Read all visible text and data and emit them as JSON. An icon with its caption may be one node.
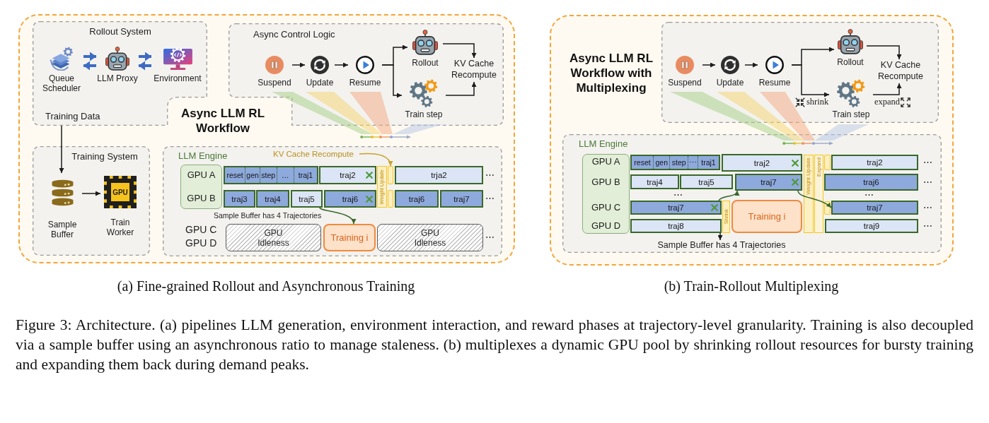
{
  "diagram": {
    "caption": "Figure 3: Architecture. (a) pipelines LLM generation, environment interaction, and reward phases at trajectory-level granularity. Training is also decoupled via a sample buffer using an asynchronous ratio to manage staleness. (b) multiplexes a dynamic GPU pool by shrinking rollout resources for bursty training and expanding them back during demand peaks.",
    "nodes": [
      {
        "text": [
          "Async LLM RL Workflow"
        ],
        "beside": [
          "(a) Fine-grained Rollout and Asynchronous Training"
        ]
      },
      {
        "text": [
          "Rollout System",
          "Training Data"
        ],
        "in": 0
      },
      {
        "text": [
          "Queue Scheduler"
        ],
        "in": 1
      },
      {
        "text": [
          "LLM Proxy"
        ],
        "in": 1
      },
      {
        "text": [
          "Environment"
        ],
        "in": 1
      },
      {
        "text": [
          "Training System"
        ],
        "in": 0
      },
      {
        "text": [
          "Sample Buffer"
        ],
        "in": 5
      },
      {
        "text": [
          "GPU",
          "Train Worker"
        ],
        "in": 5
      },
      {
        "text": [
          "Async Control Logic"
        ],
        "in": 0
      },
      {
        "text": [
          "Suspend"
        ],
        "in": 8
      },
      {
        "text": [
          "Update"
        ],
        "in": 8
      },
      {
        "text": [
          "Resume"
        ],
        "in": 8
      },
      {
        "text": [
          "Rollout"
        ],
        "in": 8
      },
      {
        "text": [
          "Train step"
        ],
        "in": 8
      },
      {
        "text": [
          "KV Cache Recompute"
        ],
        "in": 8
      },
      {
        "text": [
          "LLM Engine"
        ],
        "in": 0
      },
      {
        "text": [
          "GPU A",
          "GPU B"
        ],
        "in": 15
      },
      {
        "text": [
          "KV Cache Recompute"
        ],
        "in": 15
      },
      {
        "text": [
          "reset",
          "gen",
          "step",
          "…",
          "traj1"
        ],
        "in": 15
      },
      {
        "text": [
          "traj2"
        ],
        "in": 15
      },
      {
        "text": [
          "Weight Update"
        ],
        "in": 15
      },
      {
        "text": [],
        "shape": "box",
        "in": 15
      },
      {
        "text": [
          "trja2"
        ],
        "in": 15
      },
      {
        "text": [
          "traj3"
        ],
        "in": 15
      },
      {
        "text": [
          "traj4"
        ],
        "in": 15
      },
      {
        "text": [
          "traj5"
        ],
        "in": 15
      },
      {
        "text": [
          "traj6"
        ],
        "in": 15
      },
      {
        "text": [],
        "shape": "box",
        "in": 15
      },
      {
        "text": [
          "traj6"
        ],
        "in": 15
      },
      {
        "text": [
          "traj7"
        ],
        "in": 15
      },
      {
        "text": [
          "GPU Idleness"
        ],
        "in": 15
      },
      {
        "text": [
          "Training i"
        ],
        "in": 15
      },
      {
        "text": [
          "GPU Idleness"
        ],
        "in": 15
      },
      {
        "text": [
          "Async LLM RL Workflow with Multiplexing"
        ],
        "beside": [
          "(b) Train-Rollout Multiplexing"
        ]
      },
      {
        "text": [],
        "shape": "box",
        "in": 33
      },
      {
        "text": [
          "Suspend"
        ],
        "in": 34
      },
      {
        "text": [
          "Update"
        ],
        "in": 34
      },
      {
        "text": [
          "Resume"
        ],
        "in": 34
      },
      {
        "text": [
          "Rollout"
        ],
        "in": 34
      },
      {
        "text": [
          "KV Cache Recompute"
        ],
        "in": 34
      },
      {
        "text": [
          "Train step"
        ],
        "in": 34
      },
      {
        "text": [
          "LLM Engine"
        ],
        "in": 33
      },
      {
        "text": [
          "GPU A",
          "GPU B",
          "GPU C",
          "GPU D"
        ],
        "in": 41
      },
      {
        "text": [
          "reset",
          "gen",
          "step",
          "⋯",
          "traj1"
        ],
        "in": 41
      },
      {
        "text": [
          "traj2"
        ],
        "in": 41
      },
      {
        "text": [
          "Weight Update"
        ],
        "in": 41
      },
      {
        "text": [
          "Expand"
        ],
        "in": 41
      },
      {
        "text": [],
        "shape": "box",
        "in": 41
      },
      {
        "text": [
          "traj2"
        ],
        "in": 41
      },
      {
        "text": [
          "traj4"
        ],
        "in": 41
      },
      {
        "text": [
          "traj5"
        ],
        "in": 41
      },
      {
        "text": [
          "traj7"
        ],
        "in": 41
      },
      {
        "text": [
          "traj6"
        ],
        "in": 41
      },
      {
        "text": [
          "traj7"
        ],
        "in": 41
      },
      {
        "text": [
          "Shrink"
        ],
        "in": 41
      },
      {
        "text": [
          "Training i"
        ],
        "in": 41
      },
      {
        "text": [],
        "shape": "box",
        "in": 41
      },
      {
        "text": [
          "traj7"
        ],
        "in": 41
      },
      {
        "text": [
          "traj8"
        ],
        "in": 41
      },
      {
        "text": [
          "traj9"
        ],
        "in": 41
      },
      {
        "text": [
          "Sample Buffer has 4 Trajectories"
        ],
        "in": 41
      }
    ],
    "edges": [
      {
        "from": 2,
        "to": 3,
        "arrow": "to",
        "style": "thick",
        "color": "#3d6bc4"
      },
      {
        "from": 3,
        "to": 2,
        "arrow": "to",
        "style": "thick",
        "color": "#3d6bc4"
      },
      {
        "from": 3,
        "to": 4,
        "arrow": "to",
        "style": "thick",
        "color": "#3d6bc4"
      },
      {
        "from": 4,
        "to": 3,
        "arrow": "to",
        "style": "thick",
        "color": "#3d6bc4"
      },
      {
        "from": 1,
        "to": 6,
        "arrow": "to"
      },
      {
        "from": 6,
        "to": 7,
        "arrow": "to"
      },
      {
        "from": 9,
        "to": 10,
        "arrow": "to"
      },
      {
        "from": 10,
        "to": 11,
        "arrow": "to"
      },
      {
        "from": 11,
        "to": 12,
        "arrow": "to"
      },
      {
        "from": 11,
        "to": 13,
        "arrow": "to"
      },
      {
        "from": 12,
        "to": 14,
        "arrow": "to"
      },
      {
        "from": 13,
        "to": 14,
        "arrow": "to"
      },
      {
        "from": 17,
        "to": 21,
        "arrow": "to",
        "color": "#c9a227"
      },
      {
        "from": 25,
        "to": 31,
        "arrow": "to",
        "color": "#3a6829"
      },
      {
        "from": 35,
        "to": 36,
        "arrow": "to"
      },
      {
        "from": 36,
        "to": 37,
        "arrow": "to"
      },
      {
        "from": 37,
        "to": 38,
        "arrow": "to"
      },
      {
        "from": 37,
        "to": 40,
        "arrow": "to",
        "label": "shrink"
      },
      {
        "from": 40,
        "to": 39,
        "arrow": "to",
        "label": "expand"
      },
      {
        "from": 38,
        "to": 39,
        "arrow": "to"
      },
      {
        "from": 53,
        "to": 51,
        "arrow": "to",
        "color": "#3a6829"
      },
      {
        "from": 51,
        "to": 57,
        "arrow": "to",
        "color": "#3a6829"
      },
      {
        "from": 58,
        "to": 60,
        "arrow": "to"
      }
    ],
    "labels": [
      "⋯",
      "⋯",
      "Sample Buffer has 4 Trajectories",
      "GPU C",
      "GPU D",
      "⋯",
      "⋯",
      "⋯",
      "⋯",
      "⋯",
      "⋯",
      "⋯"
    ]
  }
}
